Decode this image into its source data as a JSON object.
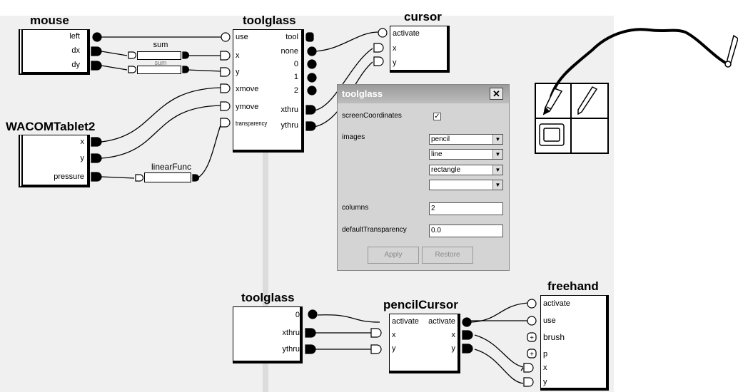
{
  "diagram": {
    "mouse": {
      "title": "mouse",
      "ports": [
        "left",
        "dx",
        "dy"
      ]
    },
    "toolglass_top": {
      "title": "toolglass",
      "inputs": [
        "use",
        "x",
        "y",
        "xmove",
        "ymove",
        "transparency"
      ],
      "outputs": [
        "tool",
        "none",
        "0",
        "1",
        "2",
        "xthru",
        "ythru"
      ]
    },
    "cursor": {
      "title": "cursor",
      "ports": [
        "activate",
        "x",
        "y"
      ]
    },
    "wacom": {
      "title": "WACOMTablet2",
      "ports": [
        "x",
        "y",
        "pressure"
      ]
    },
    "sum1": {
      "label": "sum"
    },
    "sum2": {
      "label": "sum"
    },
    "linear": {
      "label": "linearFunc"
    },
    "toolglass_bottom": {
      "title": "toolglass",
      "outputs": [
        "0",
        "xthru",
        "ythru"
      ]
    },
    "pencil": {
      "title": "pencilCursor",
      "inputs": [
        "activate",
        "x",
        "y"
      ],
      "outputs": [
        "activate",
        "x",
        "y"
      ]
    },
    "freehand": {
      "title": "freehand",
      "ports": [
        "activate",
        "use",
        "brush",
        "p",
        "x",
        "y"
      ]
    }
  },
  "dialog": {
    "title": "toolglass",
    "close": "✕",
    "screen_coords_label": "screenCoordinates",
    "screen_coords_checked": "✓",
    "images_label": "images",
    "images": [
      "pencil",
      "line",
      "rectangle",
      ""
    ],
    "columns_label": "columns",
    "columns_value": "2",
    "transparency_label": "defaultTransparency",
    "transparency_value": "0.0",
    "apply": "Apply",
    "restore": "Restore"
  },
  "icons": [
    "connector-plug-icon",
    "pencil-icon",
    "line-icon",
    "rectangle-icon",
    "drawing-pen-icon"
  ]
}
